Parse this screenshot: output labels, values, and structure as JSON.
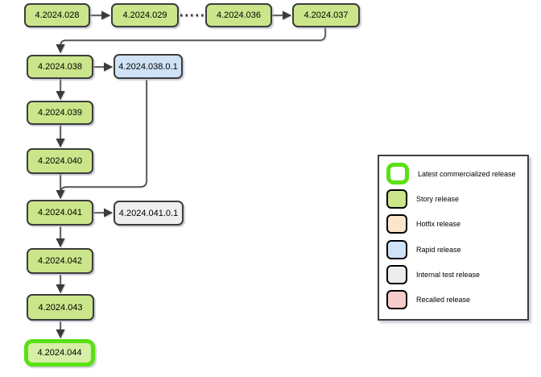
{
  "flow": {
    "nodes": [
      {
        "label": "4.2024.028",
        "type": "story"
      },
      {
        "label": "4.2024.029",
        "type": "story"
      },
      {
        "label": "4.2024.036",
        "type": "story"
      },
      {
        "label": "4.2024.037",
        "type": "story"
      },
      {
        "label": "4.2024.038",
        "type": "story"
      },
      {
        "label": "4.2024.038.0.1",
        "type": "rapid"
      },
      {
        "label": "4.2024.039",
        "type": "story"
      },
      {
        "label": "4.2024.040",
        "type": "story"
      },
      {
        "label": "4.2024.041",
        "type": "story"
      },
      {
        "label": "4.2024.041.0.1",
        "type": "internal-test"
      },
      {
        "label": "4.2024.042",
        "type": "story"
      },
      {
        "label": "4.2024.043",
        "type": "story"
      },
      {
        "label": "4.2024.044",
        "type": "latest-commercialized"
      }
    ],
    "edges": [
      {
        "from": "4.2024.028",
        "to": "4.2024.029",
        "style": "arrow"
      },
      {
        "from": "4.2024.029",
        "to": "4.2024.036",
        "style": "dotted"
      },
      {
        "from": "4.2024.036",
        "to": "4.2024.037",
        "style": "arrow"
      },
      {
        "from": "4.2024.037",
        "to": "4.2024.038",
        "style": "arrow"
      },
      {
        "from": "4.2024.038",
        "to": "4.2024.038.0.1",
        "style": "arrow"
      },
      {
        "from": "4.2024.038",
        "to": "4.2024.039",
        "style": "arrow"
      },
      {
        "from": "4.2024.039",
        "to": "4.2024.040",
        "style": "arrow"
      },
      {
        "from": "4.2024.040",
        "to": "4.2024.041",
        "style": "arrow"
      },
      {
        "from": "4.2024.038.0.1",
        "to": "4.2024.041",
        "style": "arrow"
      },
      {
        "from": "4.2024.041",
        "to": "4.2024.041.0.1",
        "style": "arrow"
      },
      {
        "from": "4.2024.041",
        "to": "4.2024.042",
        "style": "arrow"
      },
      {
        "from": "4.2024.042",
        "to": "4.2024.043",
        "style": "arrow"
      },
      {
        "from": "4.2024.043",
        "to": "4.2024.044",
        "style": "arrow"
      }
    ]
  },
  "legend": {
    "items": [
      {
        "label": "Latest commercialized release",
        "type": "latest"
      },
      {
        "label": "Story release",
        "type": "story"
      },
      {
        "label": "Hotfix release",
        "type": "hotfix"
      },
      {
        "label": "Rapid release",
        "type": "rapid"
      },
      {
        "label": "Internal test release",
        "type": "internal"
      },
      {
        "label": "Recalled release",
        "type": "recalled"
      }
    ]
  },
  "colors": {
    "story_fill": "#cbe68a",
    "latest_fill": "#d6eea6",
    "latest_border": "#5ae114",
    "rapid_fill": "#cfe2f6",
    "internal_test_fill": "#eeeeee",
    "hotfix_fill": "#fce5cd",
    "recalled_fill": "#f9cccc",
    "node_border": "#3c3c3c",
    "edge_stroke": "#3b3b3b"
  }
}
